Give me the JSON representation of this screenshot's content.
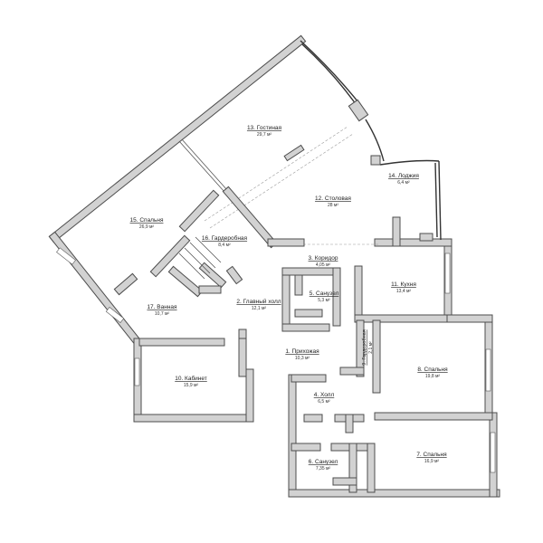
{
  "rooms": [
    {
      "name": "1. Прихожая",
      "area": "10,3 м²"
    },
    {
      "name": "2. Главный холл",
      "area": "12,1 м²"
    },
    {
      "name": "3. Коридор",
      "area": "4,05 м²"
    },
    {
      "name": "4. Холл",
      "area": "6,5 м²"
    },
    {
      "name": "5. Санузел",
      "area": "5,3 м²"
    },
    {
      "name": "6. Санузел",
      "area": "7,35 м²"
    },
    {
      "name": "7. Спальня",
      "area": "16,9 м²"
    },
    {
      "name": "8. Спальня",
      "area": "19,8 м²"
    },
    {
      "name": "9. Гардеробная",
      "area": "2,1 м²"
    },
    {
      "name": "10. Кабинет",
      "area": "15,9 м²"
    },
    {
      "name": "11. Кухня",
      "area": "13,4 м²"
    },
    {
      "name": "12. Столовая",
      "area": "28 м²"
    },
    {
      "name": "13. Гостиная",
      "area": "29,7 м²"
    },
    {
      "name": "14. Лоджия",
      "area": "6,4 м²"
    },
    {
      "name": "15. Спальня",
      "area": "26,9 м²"
    },
    {
      "name": "16. Гардеробная",
      "area": "8,4 м²"
    },
    {
      "name": "17. Ванная",
      "area": "10,7 м²"
    }
  ]
}
